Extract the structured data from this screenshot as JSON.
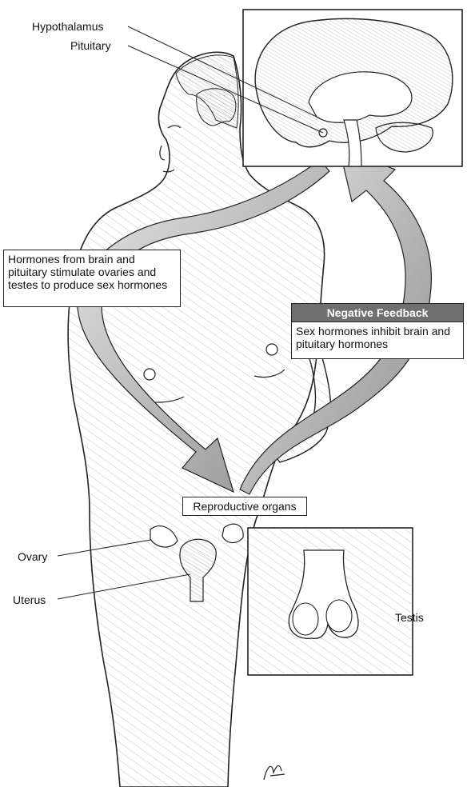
{
  "labels": {
    "hypothalamus": "Hypothalamus",
    "pituitary": "Pituitary",
    "ovary": "Ovary",
    "uterus": "Uterus",
    "testis": "Testis"
  },
  "boxes": {
    "hormones_text": "Hormones from brain and pituitary stimulate ovaries and testes to produce sex hormones",
    "feedback_title": "Negative Feedback",
    "feedback_text": "Sex hormones inhibit brain and pituitary hormones",
    "reproductive_organs": "Reproductive organs"
  },
  "colors": {
    "outline": "#222222",
    "hatch": "#b5b5b5",
    "arrow_fill": "#bdbdbd",
    "feedback_header": "#6f6f6f"
  }
}
